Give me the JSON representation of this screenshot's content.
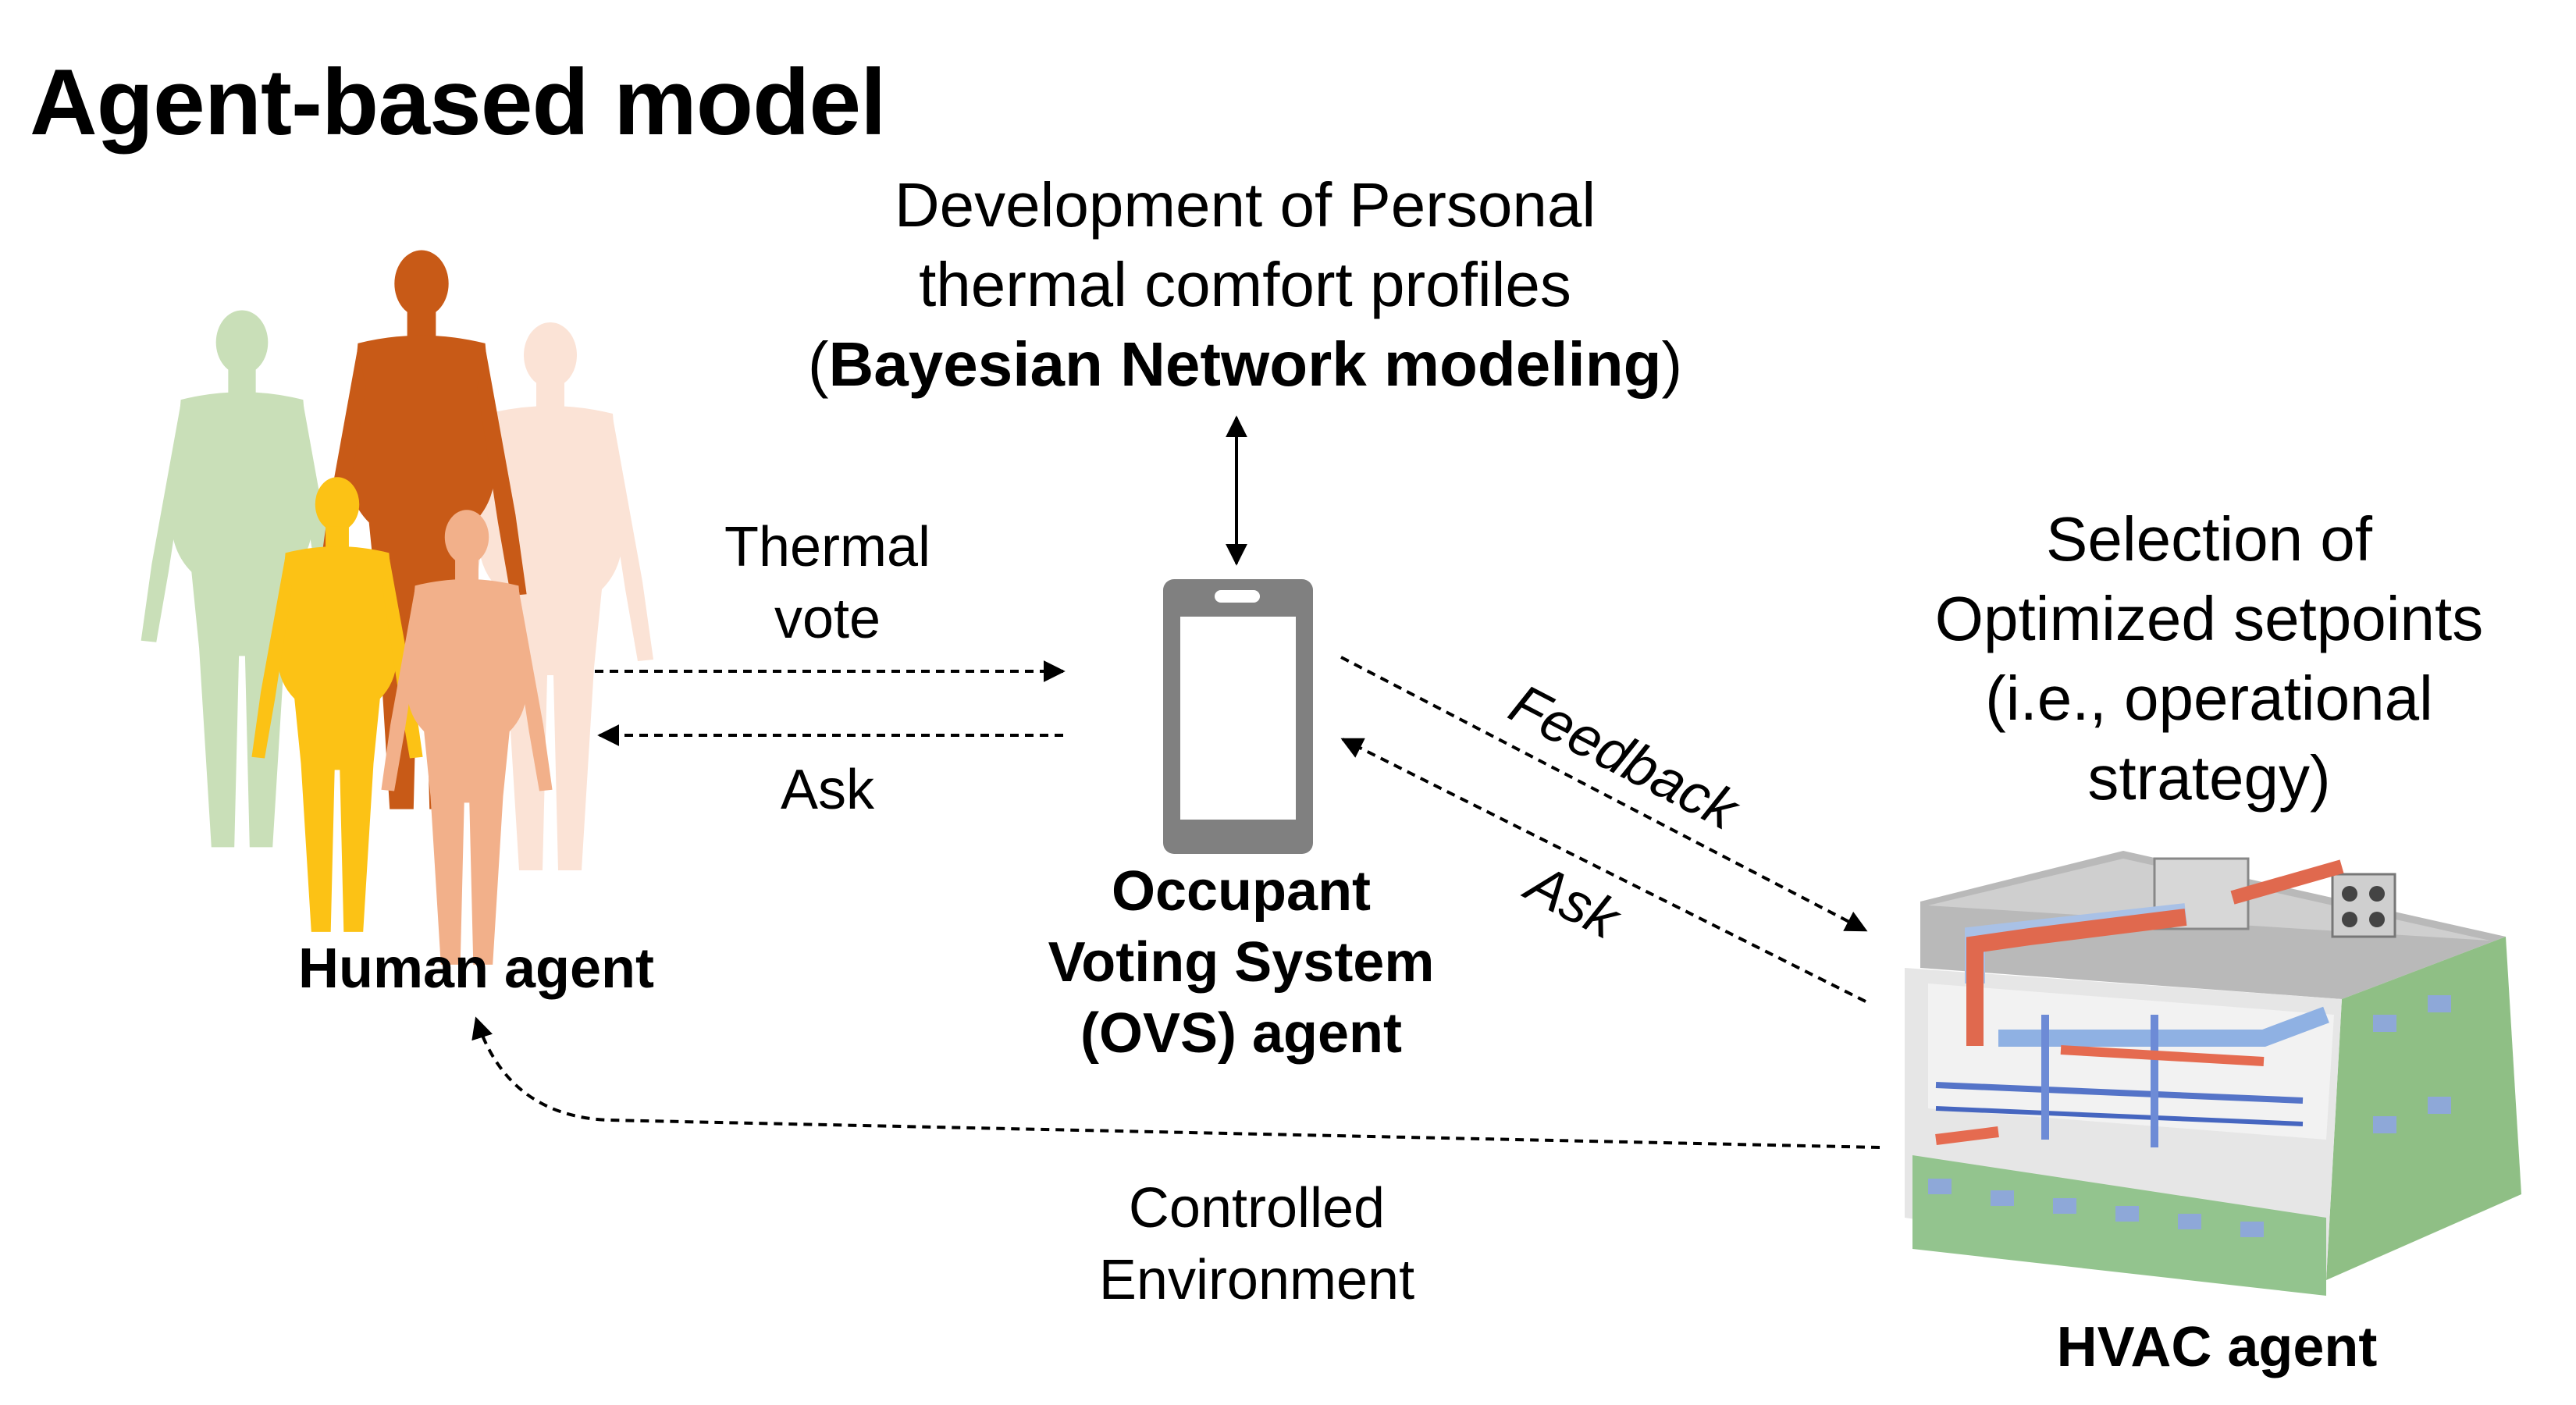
{
  "title": "Agent-based model",
  "profiles_box": {
    "line1": "Development of Personal",
    "line2": "thermal comfort profiles",
    "line3_open": "(",
    "line3_bold": "Bayesian Network modeling",
    "line3_close": ")"
  },
  "human_agent": {
    "label": "Human agent"
  },
  "ovs_agent": {
    "label_line1": "Occupant",
    "label_line2": "Voting System",
    "label_line3": "(OVS) agent"
  },
  "hvac_agent": {
    "label": "HVAC agent",
    "desc_line1": "Selection of",
    "desc_line2": "Optimized setpoints",
    "desc_line3": "(i.e., operational",
    "desc_line4": "strategy)"
  },
  "edges": {
    "thermal_vote_line1": "Thermal",
    "thermal_vote_line2": "vote",
    "ask_left": "Ask",
    "feedback": "Feedback",
    "ask_right": "Ask",
    "controlled_line1": "Controlled",
    "controlled_line2": "Environment"
  },
  "colors": {
    "figure_green": "#c9dfb8",
    "figure_rust": "#c85a17",
    "figure_peach_light": "#fbe3d6",
    "figure_yellow": "#fcc215",
    "figure_peach": "#f2b08a",
    "phone": "#808080",
    "arrow": "#000000"
  }
}
